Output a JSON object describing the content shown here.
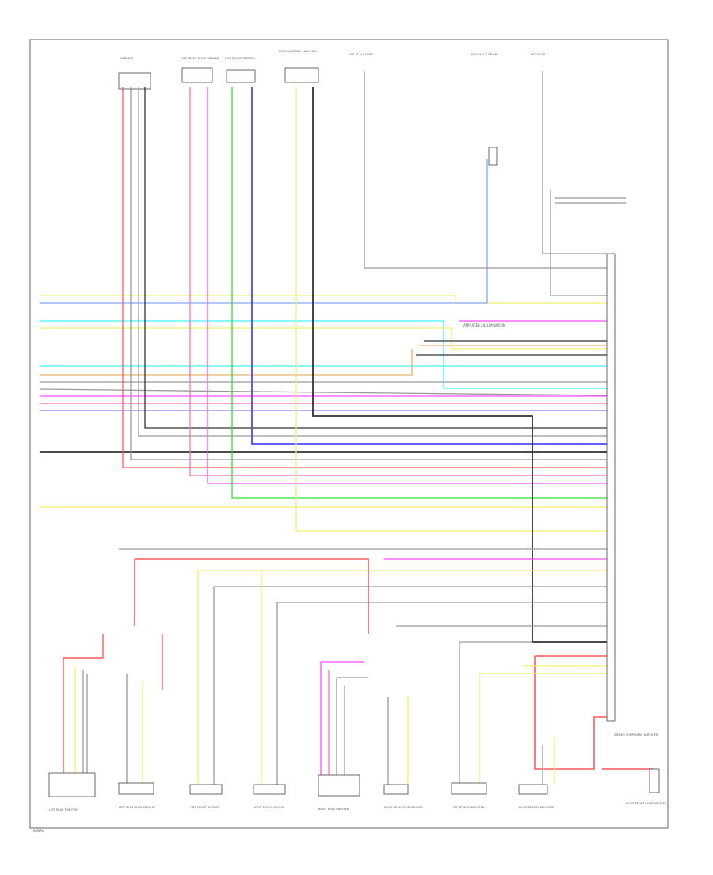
{
  "diagram": {
    "bus_label": "AMPLIFIER / ILLUMINATION",
    "frame_label": "W/NAV"
  },
  "colors": {
    "red": "#ff5a5a",
    "pink": "#ff6fb5",
    "magenta": "#ff4dff",
    "green": "#33dd33",
    "blue": "#4b4bff",
    "violet": "#8a7dff",
    "yellow": "#f4f06a",
    "cyan": "#44f2f2",
    "black": "#333333",
    "gray": "#9a9a9a",
    "orange": "#e8b26a",
    "lightblue": "#86a8ff"
  },
  "top_components": [
    {
      "id": "harness",
      "label": "HARNESS"
    },
    {
      "id": "left-door-speaker",
      "label": "LEFT FRONT DOOR SPEAKER"
    },
    {
      "id": "left-tweeter",
      "label": "LEFT FRONT TWEETER"
    },
    {
      "id": "audio-antenna",
      "label": "RADIO ANTENNA AMPLIFIER"
    },
    {
      "id": "fuse-1",
      "label": "HOT AT ALL TIMES"
    },
    {
      "id": "fuse-2",
      "label": "HOT IN ACC OR ON"
    },
    {
      "id": "fuse-3",
      "label": "HOT IN ON"
    }
  ],
  "bottom_components": [
    {
      "id": "lr-tweeter",
      "label": "LEFT REAR TWEETER"
    },
    {
      "id": "lr-door",
      "label": "LEFT REAR DOOR SPEAKER"
    },
    {
      "id": "lf-woofer",
      "label": "LEFT FRONT WOOFER"
    },
    {
      "id": "rf-woofer",
      "label": "RIGHT FRONT WOOFER"
    },
    {
      "id": "rr-tweeter",
      "label": "RIGHT REAR TWEETER"
    },
    {
      "id": "rr-door",
      "label": "RIGHT REAR DOOR SPEAKER"
    },
    {
      "id": "lr-sub",
      "label": "LEFT REAR SUBWOOFER"
    },
    {
      "id": "rr-sub",
      "label": "RIGHT REAR SUBWOOFER"
    }
  ],
  "side_component": {
    "label": "STEREO COMPONENT AMPLIFIER"
  },
  "right_component": {
    "label": "RIGHT FRONT DOOR SPEAKER"
  }
}
